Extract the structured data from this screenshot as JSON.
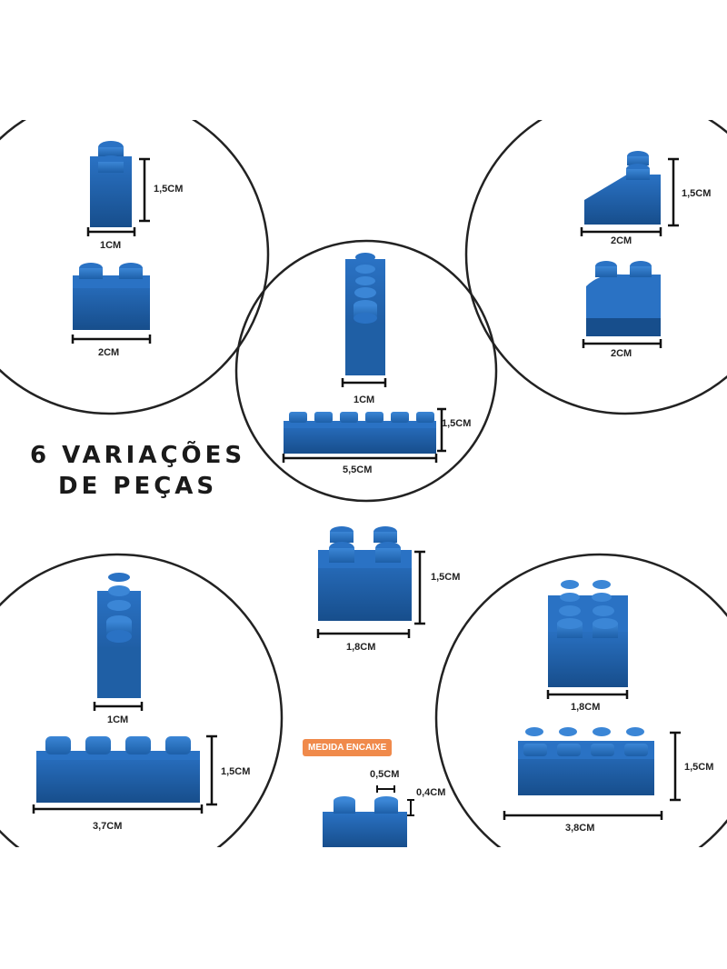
{
  "title": {
    "line1": "6 VARIAÇÕES",
    "line2": "DE PEÇAS"
  },
  "badge": "MEDIDA ENCAIXE",
  "colors": {
    "brick": "#1c5fa8",
    "brick_dark": "#144a85",
    "ring": "#222222",
    "badge": "#f08a4b"
  },
  "pieces": {
    "top_left": {
      "top_width": "1CM",
      "top_height": "1,5CM",
      "bottom_width": "2CM"
    },
    "top_right": {
      "top_height": "1,5CM",
      "top_width": "2CM",
      "bottom_width": "2CM"
    },
    "center": {
      "top_width": "1CM",
      "bottom_height": "1,5CM",
      "bottom_width": "5,5CM"
    },
    "middle_square": {
      "height": "1,5CM",
      "width": "1,8CM"
    },
    "bottom_left": {
      "top_width": "1CM",
      "bottom_height": "1,5CM",
      "bottom_width": "3,7CM"
    },
    "bottom_right": {
      "top_width": "1,8CM",
      "bottom_height": "1,5CM",
      "bottom_width": "3,8CM"
    },
    "fit": {
      "stud_width": "0,5CM",
      "stud_height": "0,4CM"
    }
  }
}
